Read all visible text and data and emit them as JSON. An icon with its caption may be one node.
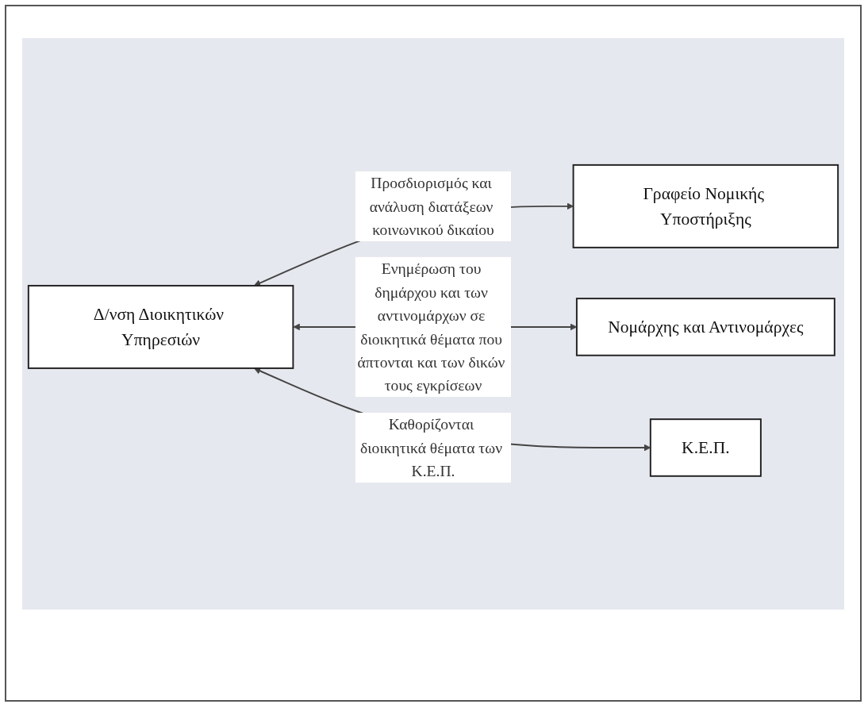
{
  "diagram": {
    "nodes": [
      {
        "text": [
          "Γραφείο Νομικής Υποστήριξης"
        ]
      },
      {
        "text": [
          "Δ/νση Διοικητικών Υπηρεσιών"
        ]
      },
      {
        "text": [
          "Νομάρχης και Αντινομάρχες"
        ]
      },
      {
        "text": [
          "Κ.Ε.Π."
        ]
      }
    ],
    "edges": [
      {
        "from": 1,
        "to": 0,
        "arrow": "both",
        "label": "Προσδιορισμός και ανάλυση διατάξεων κοινωνικού δικαίου"
      },
      {
        "from": 1,
        "to": 2,
        "arrow": "both",
        "label": "Ενημέρωση του δημάρχου και των αντινομάρχων σε διοικητικά θέματα που άπτονται και των δικών τους εγκρίσεων"
      },
      {
        "from": 1,
        "to": 3,
        "arrow": "both",
        "label": "Καθορίζονται διοικητικά θέματα των Κ.Ε.Π."
      }
    ]
  }
}
